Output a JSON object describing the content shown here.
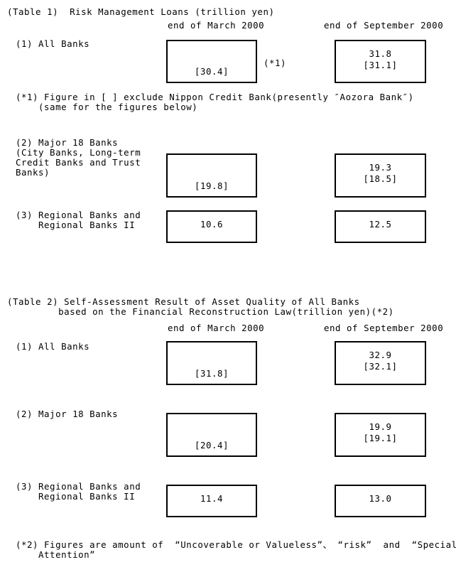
{
  "document": {
    "tables": [
      {
        "id": "table-1",
        "title": "(Table 1)  Risk Management Loans (trillion yen)",
        "column_headers": {
          "left": "end of March 2000",
          "right": "end of September 2000"
        },
        "note_ref": "(*1)",
        "footnote": "(*1) Figure in [ ] exclude Nippon Credit Bank(presently ″Aozora Bank″)\n    (same for the figures below)",
        "rows": [
          {
            "label": "(1) All Banks",
            "left_value": "[30.4]",
            "right_value": "31.8\n[31.1]"
          },
          {
            "label": "(2) Major 18 Banks\n(City Banks, Long-term\nCredit Banks and Trust\nBanks)",
            "left_value": "[19.8]",
            "right_value": "19.3\n[18.5]"
          },
          {
            "label": "(3) Regional Banks and\n    Regional Banks II",
            "left_value": "10.6",
            "right_value": "12.5"
          }
        ]
      },
      {
        "id": "table-2",
        "title": "(Table 2) Self-Assessment Result of Asset Quality of All Banks\n         based on the Financial Reconstruction Law(trillion yen)(*2)",
        "column_headers": {
          "left": "end of March 2000",
          "right": "end of September 2000"
        },
        "footnote": "(*2) Figures are amount of  “Uncoverable or Valueless”、 “risk”  and  “Special\n    Attention”",
        "rows": [
          {
            "label": "(1) All Banks",
            "left_value": "[31.8]",
            "right_value": "32.9\n[32.1]"
          },
          {
            "label": "(2) Major 18 Banks",
            "left_value": "[20.4]",
            "right_value": "19.9\n[19.1]"
          },
          {
            "label": "(3) Regional Banks and\n    Regional Banks II",
            "left_value": "11.4",
            "right_value": "13.0"
          }
        ]
      }
    ]
  },
  "chart_data": {
    "type": "table",
    "title": "Risk Management Loans and Self-Assessment Result of Asset Quality of All Banks (trillion yen)",
    "tables": [
      {
        "title": "(Table 1)  Risk Management Loans (trillion yen)",
        "columns": [
          "end of March 2000",
          "end of September 2000"
        ],
        "rows": [
          {
            "category": "(1) All Banks",
            "end_of_march_2000": {
              "headline": null,
              "excl_nippon_credit_bank": 30.4
            },
            "end_of_september_2000": {
              "headline": 31.8,
              "excl_nippon_credit_bank": 31.1
            }
          },
          {
            "category": "(2) Major 18 Banks (City Banks, Long-term Credit Banks and Trust Banks)",
            "end_of_march_2000": {
              "headline": null,
              "excl_nippon_credit_bank": 19.8
            },
            "end_of_september_2000": {
              "headline": 19.3,
              "excl_nippon_credit_bank": 18.5
            }
          },
          {
            "category": "(3) Regional Banks and Regional Banks II",
            "end_of_march_2000": {
              "headline": 10.6,
              "excl_nippon_credit_bank": null
            },
            "end_of_september_2000": {
              "headline": 12.5,
              "excl_nippon_credit_bank": null
            }
          }
        ]
      },
      {
        "title": "(Table 2) Self-Assessment Result of Asset Quality of All Banks based on the Financial Reconstruction Law (trillion yen)",
        "columns": [
          "end of March 2000",
          "end of September 2000"
        ],
        "rows": [
          {
            "category": "(1) All Banks",
            "end_of_march_2000": {
              "headline": null,
              "excl_nippon_credit_bank": 31.8
            },
            "end_of_september_2000": {
              "headline": 32.9,
              "excl_nippon_credit_bank": 32.1
            }
          },
          {
            "category": "(2) Major 18 Banks",
            "end_of_march_2000": {
              "headline": null,
              "excl_nippon_credit_bank": 20.4
            },
            "end_of_september_2000": {
              "headline": 19.9,
              "excl_nippon_credit_bank": 19.1
            }
          },
          {
            "category": "(3) Regional Banks and Regional Banks II",
            "end_of_march_2000": {
              "headline": 11.4,
              "excl_nippon_credit_bank": null
            },
            "end_of_september_2000": {
              "headline": 13.0,
              "excl_nippon_credit_bank": null
            }
          }
        ]
      }
    ],
    "units": "trillion yen",
    "notes": [
      "(*1) Figure in [ ] exclude Nippon Credit Bank(presently ″Aozora Bank″) (same for the figures below)",
      "(*2) Figures are amount of “Uncoverable or Valueless”、 “risk” and “Special Attention”"
    ]
  }
}
